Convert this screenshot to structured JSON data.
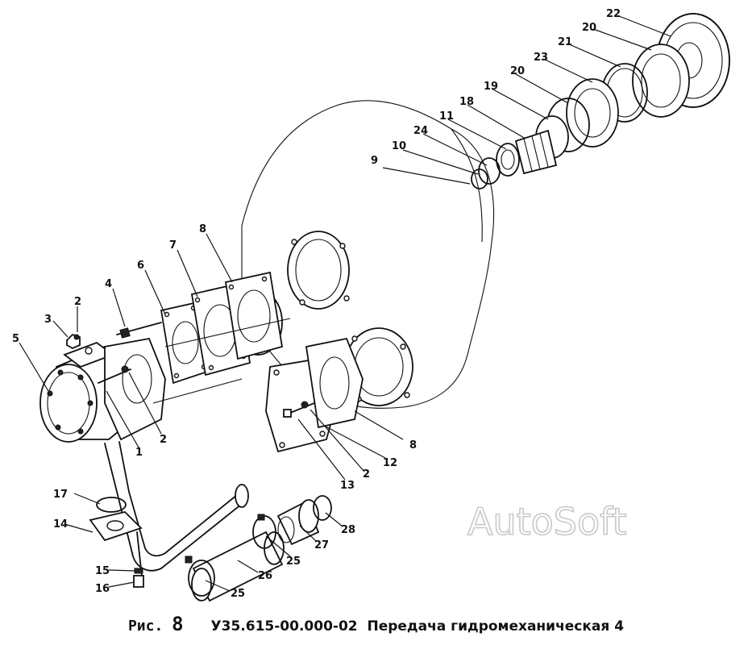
{
  "caption": {
    "fig_label": "Рис.",
    "fig_number": "8",
    "code": "У35.615-00.000-02",
    "title": "Передача гидромеханическая 4"
  },
  "watermark": "AutoSoft",
  "callouts": {
    "c1": "1",
    "c2a": "2",
    "c2b": "2",
    "c2c": "2",
    "c3": "3",
    "c4": "4",
    "c5": "5",
    "c6": "6",
    "c7": "7",
    "c8a": "8",
    "c8b": "8",
    "c9": "9",
    "c10": "10",
    "c11": "11",
    "c12": "12",
    "c13": "13",
    "c14": "14",
    "c15": "15",
    "c16": "16",
    "c17": "17",
    "c18": "18",
    "c19": "19",
    "c20a": "20",
    "c20b": "20",
    "c21": "21",
    "c22": "22",
    "c23": "23",
    "c24": "24",
    "c25a": "25",
    "c25b": "25",
    "c26": "26",
    "c27": "27",
    "c28": "28"
  }
}
